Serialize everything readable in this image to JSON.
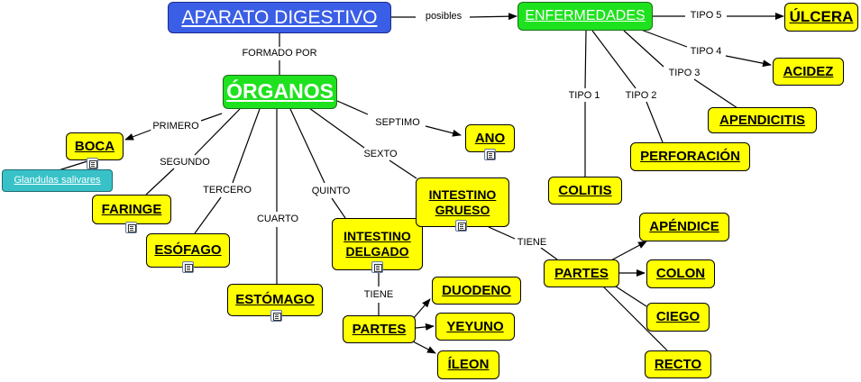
{
  "nodes": {
    "aparato": "APARATO DIGESTIVO",
    "enfermedades": "ENFERMEDADES",
    "organos": "ÓRGANOS",
    "ulcera": "ÚLCERA",
    "acidez": "ACIDEZ",
    "apendicitis": "APENDICITIS",
    "perforacion": "PERFORACIÓN",
    "colitis": "COLITIS",
    "boca": "BOCA",
    "glandulas": "Glandulas salivares",
    "faringe": "FARINGE",
    "esofago": "ESÓFAGO",
    "estomago": "ESTÓMAGO",
    "intestino_delgado": "INTESTINO DELGADO",
    "intestino_grueso": "INTESTINO GRUESO",
    "ano": "ANO",
    "partes_delgado": "PARTES",
    "duodeno": "DUODENO",
    "yeyuno": "YEYUNO",
    "ileon": "ÍLEON",
    "partes_grueso": "PARTES",
    "apendice": "APÉNDICE",
    "colon": "COLON",
    "ciego": "CIEGO",
    "recto": "RECTO"
  },
  "labels": {
    "posibles": "posibles",
    "formado_por": "FORMADO POR",
    "tipo1": "TIPO 1",
    "tipo2": "TIPO 2",
    "tipo3": "TIPO 3",
    "tipo4": "TIPO 4",
    "tipo5": "TIPO 5",
    "primero": "PRIMERO",
    "segundo": "SEGUNDO",
    "tercero": "TERCERO",
    "cuarto": "CUARTO",
    "quinto": "QUINTO",
    "sexto": "SEXTO",
    "septimo": "SEPTIMO",
    "tiene_delgado": "TIENE",
    "tiene_grueso": "TIENE"
  },
  "colors": {
    "root": "#3a5ee6",
    "concept": "#1ee21e",
    "leaf": "#ffff00",
    "resource": "#38c2c8"
  }
}
